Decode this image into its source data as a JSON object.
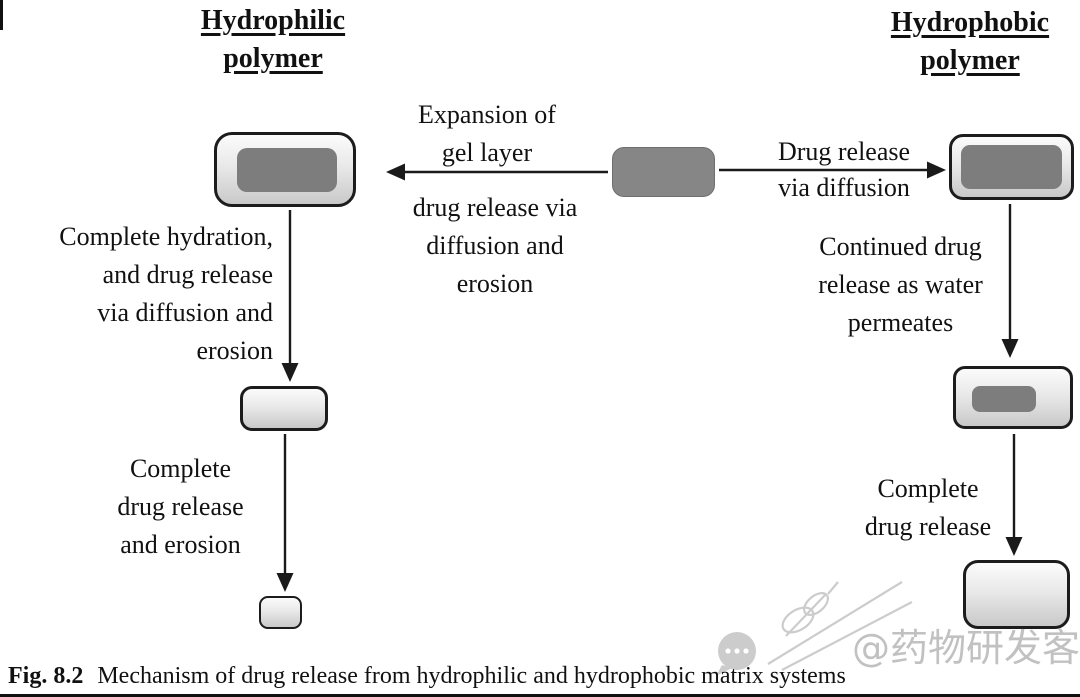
{
  "headings": {
    "hydrophilic": "Hydrophilic\npolymer",
    "hydrophobic": "Hydrophobic\npolymer"
  },
  "labels": {
    "expansion_top": "Expansion of\ngel layer",
    "expansion_bottom": "drug release via\ndiffusion and\nerosion",
    "drug_release_diffusion": "Drug release\nvia diffusion",
    "hydrophilic_step1": "Complete hydration,\nand drug release\nvia diffusion and\nerosion",
    "hydrophilic_step2": "Complete\ndrug release\nand erosion",
    "hydrophobic_step1": "Continued drug\nrelease as water\npermeates",
    "hydrophobic_step2": "Complete\ndrug release"
  },
  "caption": {
    "fig_label": "Fig. 8.2",
    "text": "Mechanism of drug release from hydrophilic and hydrophobic matrix systems"
  },
  "watermark": {
    "text": "@药物研发客"
  },
  "colors": {
    "drug_core": "#7d7d7d",
    "tablet_border": "#1c1c1c",
    "text": "#111111",
    "watermark": "#8f8f8f"
  }
}
